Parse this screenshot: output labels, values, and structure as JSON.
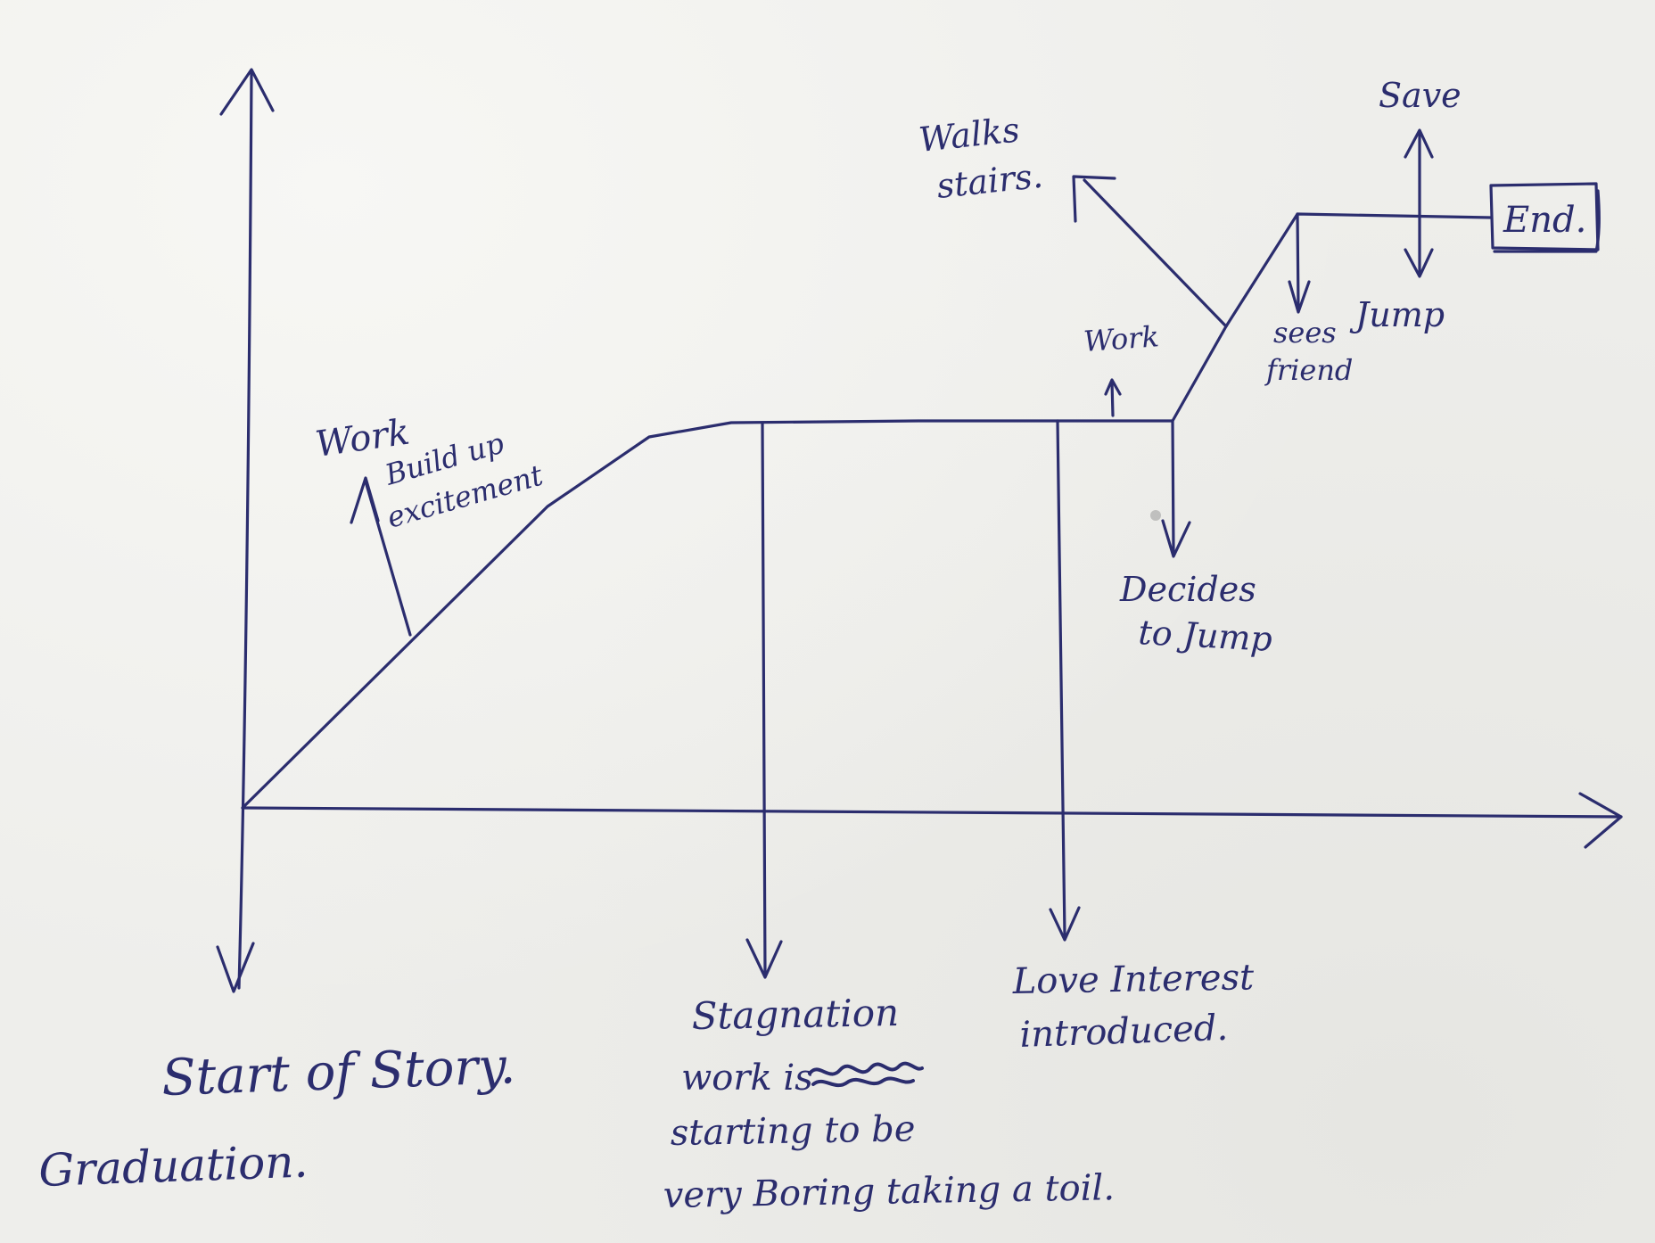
{
  "colors": {
    "ink": "#2b2d6e",
    "paper": "#eeeeeb"
  },
  "annotations": {
    "work_1": "Work",
    "build_up": "Build up",
    "excitement": "excitement",
    "walks": "Walks",
    "stairs": "stairs.",
    "save": "Save",
    "end": "End.",
    "work_2": "Work",
    "sees": "sees",
    "friend": "friend",
    "jump": "Jump",
    "decides": "Decides",
    "to_jump": "to Jump",
    "start_of_story": "Start of Story.",
    "graduation": "Graduation.",
    "stagnation": "Stagnation",
    "work_is": "work is",
    "starting_to_be": "starting to be",
    "very_boring": "very Boring taking a toil.",
    "love_interest": "Love Interest",
    "introduced": "introduced."
  }
}
